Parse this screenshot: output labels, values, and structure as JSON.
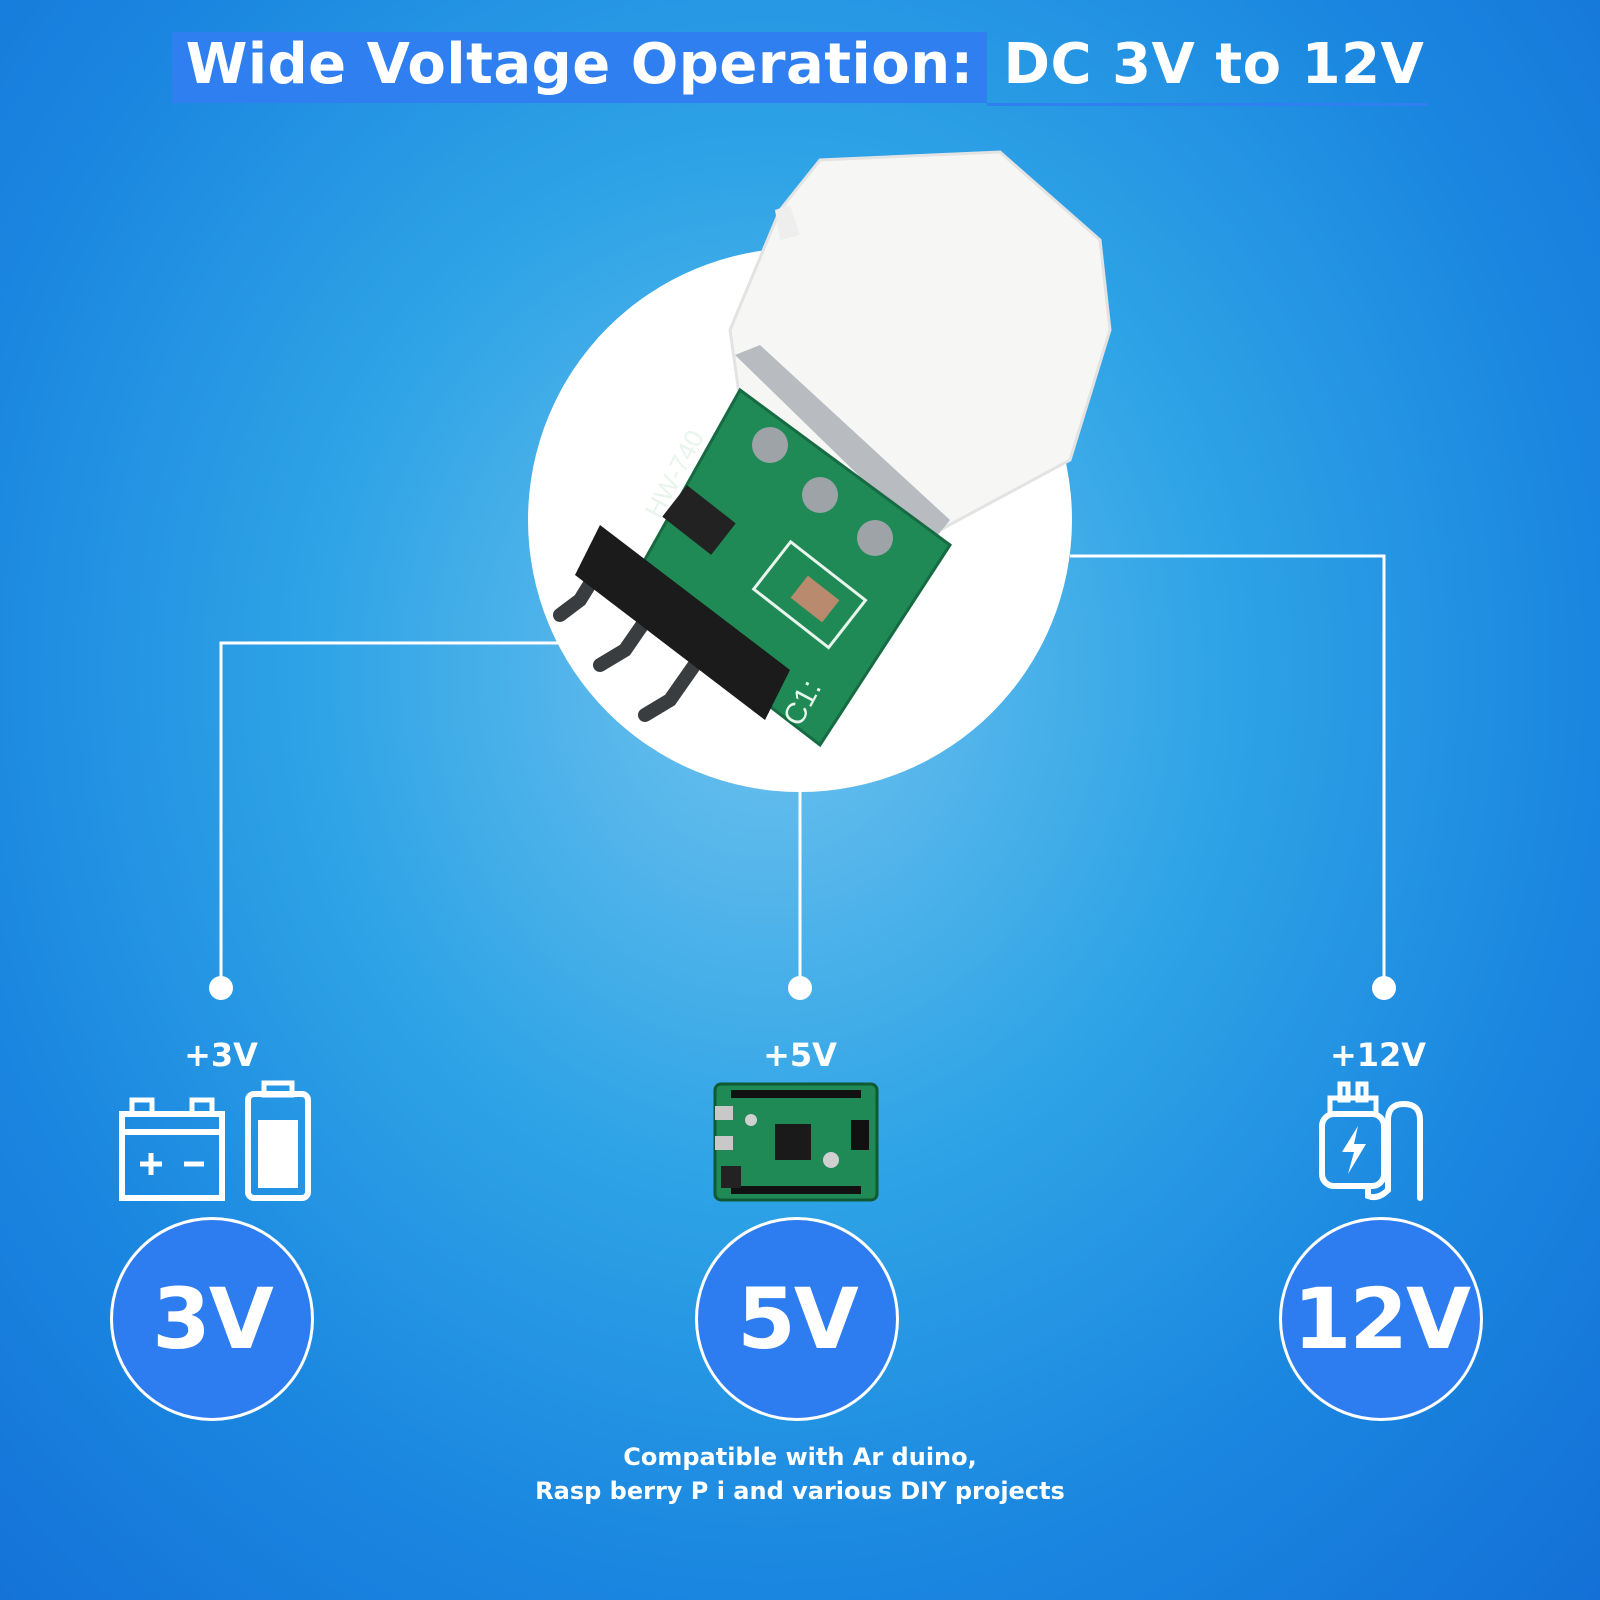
{
  "title": {
    "highlight": "Wide Voltage Operation:",
    "value": "DC 3V to 12V"
  },
  "sensor": {
    "board_label": "HW-740",
    "capacitor_label": "C1:"
  },
  "options": [
    {
      "top_label": "+3V",
      "circle_label": "3V",
      "icons": [
        "car-battery-icon",
        "battery-icon"
      ]
    },
    {
      "top_label": "+5V",
      "circle_label": "5V",
      "icons": [
        "microcontroller-board-icon"
      ]
    },
    {
      "top_label": "+12V",
      "circle_label": "12V",
      "icons": [
        "power-adapter-icon"
      ]
    }
  ],
  "caption": {
    "line1": "Compatible with Ar duino,",
    "line2": "Rasp berry P i and various DIY projects"
  },
  "colors": {
    "accent": "#2d7cf0",
    "background": "#1a86e0",
    "pcb": "#1f8a55"
  }
}
